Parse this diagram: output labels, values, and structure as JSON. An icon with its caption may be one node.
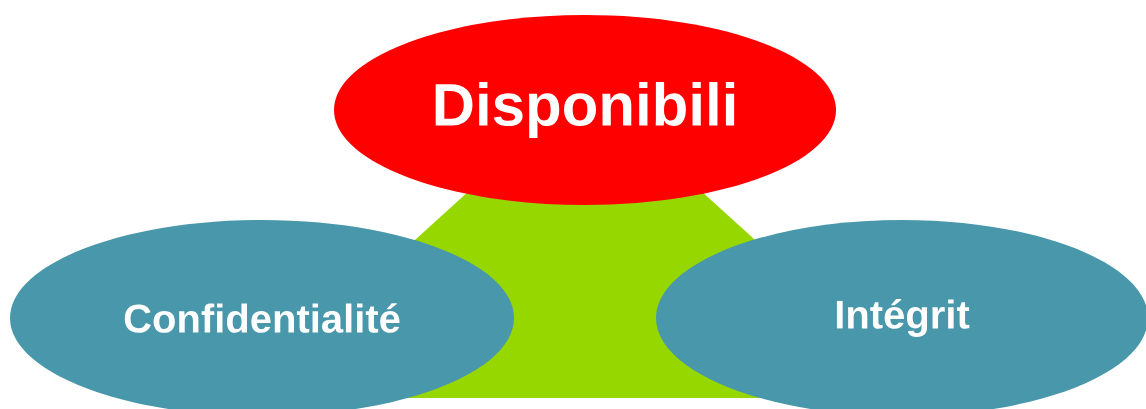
{
  "diagram": {
    "nodes": [
      {
        "text": [
          "Disponibili"
        ]
      },
      {
        "text": [
          "Confidentialité"
        ]
      },
      {
        "text": [
          "Intégrit"
        ]
      }
    ]
  }
}
